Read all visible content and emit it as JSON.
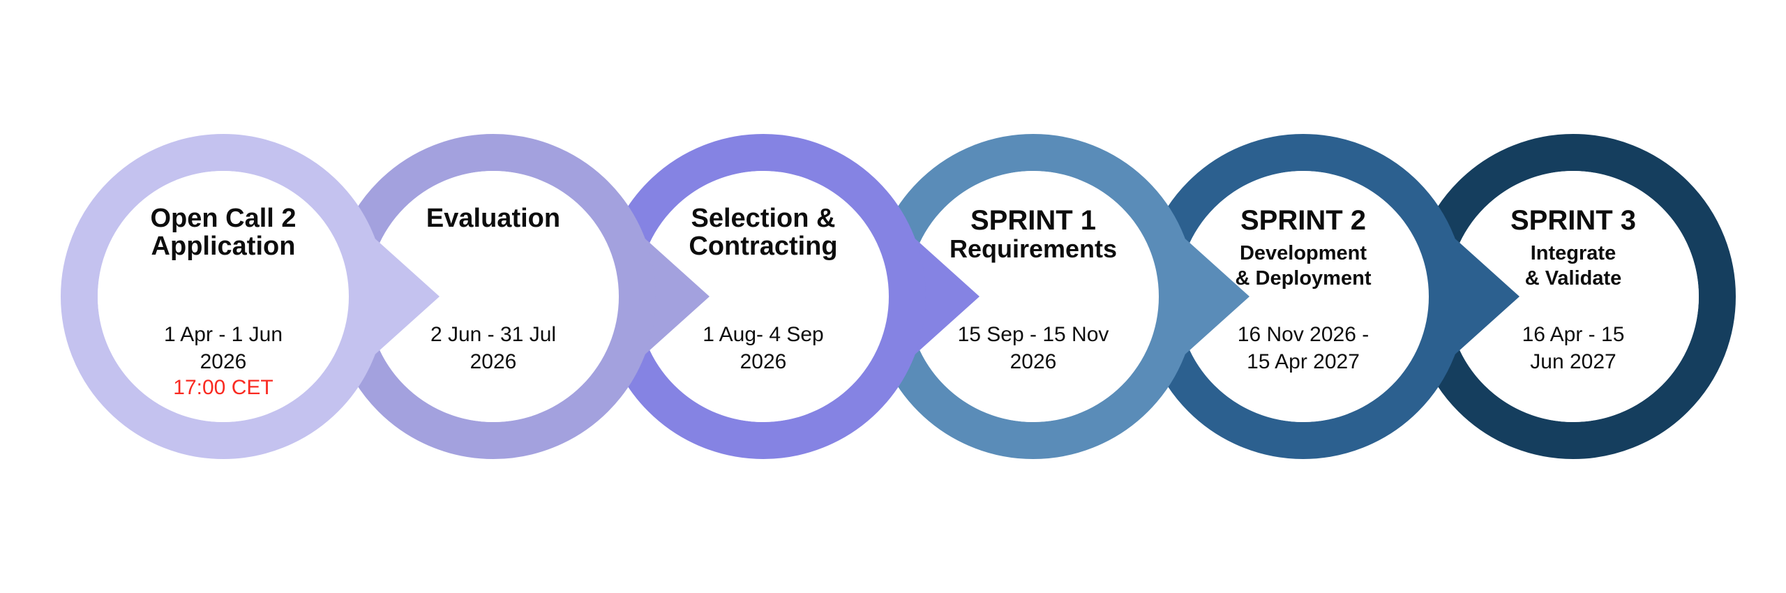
{
  "stages": [
    {
      "name": "open-call-2-application",
      "title": "Open Call 2\nApplication",
      "dates": "1 Apr - 1 Jun\n2026",
      "deadline": "17:00 CET",
      "color": "#c4c2ef",
      "deadline_color": "#f92a21",
      "has_arrow": true
    },
    {
      "name": "evaluation",
      "title": "Evaluation",
      "dates": "2 Jun - 31 Jul\n2026",
      "color": "#a3a1de",
      "has_arrow": true
    },
    {
      "name": "selection-contracting",
      "title": "Selection &\nContracting",
      "dates": "1 Aug- 4 Sep\n2026",
      "color": "#8583e3",
      "has_arrow": true
    },
    {
      "name": "sprint-1",
      "title": "SPRINT 1",
      "subtitle": "Requirements",
      "dates": "15 Sep - 15 Nov\n2026",
      "color": "#5a8cb8",
      "has_arrow": true
    },
    {
      "name": "sprint-2",
      "title": "SPRINT 2",
      "subtitle": "Development\n& Deployment",
      "dates": "16 Nov 2026 -\n15 Apr 2027",
      "color": "#2c608f",
      "has_arrow": true
    },
    {
      "name": "sprint-3",
      "title": "SPRINT 3",
      "subtitle": "Integrate\n& Validate",
      "dates": "16 Apr - 15\nJun 2027",
      "color": "#153e5e",
      "has_arrow": false
    }
  ]
}
